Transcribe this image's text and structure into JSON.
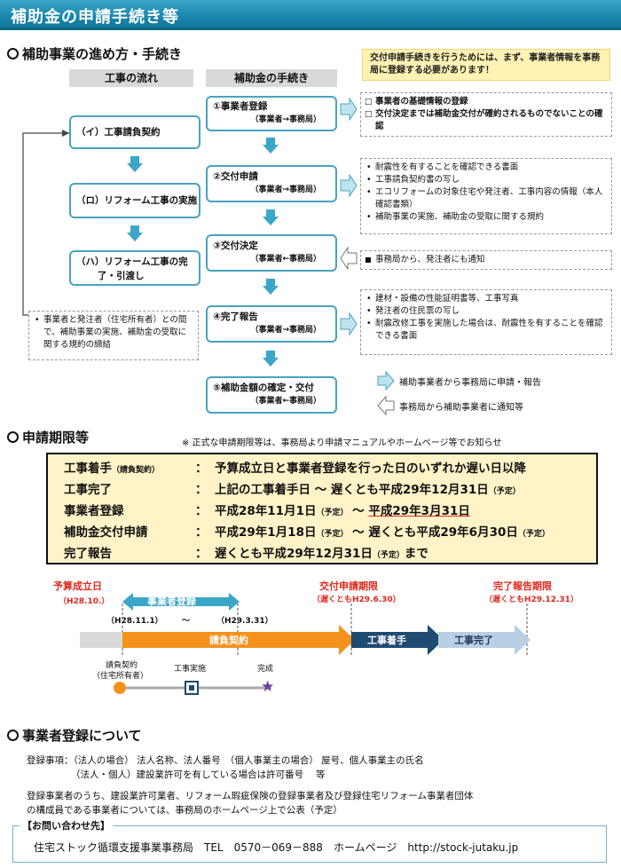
{
  "header": {
    "title": "補助金の申請手続き等"
  },
  "section1": {
    "title": "補助事業の進め方・手続き",
    "col_left": "工事の流れ",
    "col_right": "補助金の手続き",
    "top_note": "交付申請手続きを行うためには、まず、事業者情報を事務局に登録する必要があります！",
    "left_steps": [
      {
        "label": "（イ）工事請負契約"
      },
      {
        "label": "（ロ）リフォーム工事の実施"
      },
      {
        "label1": "（ハ）リフォーム工事の完",
        "label2": "了・引渡し"
      }
    ],
    "left_note": "事業者と発注者（住宅所有者）との間で、補助事業の実施、補助金の受取に関する規約の締結",
    "right_steps": [
      {
        "label": "①事業者登録",
        "sub": "（事業者→事務局）"
      },
      {
        "label": "②交付申請",
        "sub": "（事業者→事務局）"
      },
      {
        "label": "③交付決定",
        "sub": "（事業者←事務局）"
      },
      {
        "label": "④完了報告",
        "sub": "（事業者→事務局）"
      },
      {
        "label": "⑤補助金額の確定・交付",
        "sub": "（事業者←事務局）"
      }
    ],
    "notes": {
      "n1": [
        "事業者の基礎情報の登録",
        "交付決定までは補助金交付が確約されるものでないことの確認"
      ],
      "n2": [
        "耐震性を有することを確認できる書面",
        "工事請負契約書の写し",
        "エコリフォームの対象住宅や発注者、工事内容の情報（本人確認書類）",
        "補助事業の実施、補助金の受取に関する規約"
      ],
      "n3": "事務局から、発注者にも通知",
      "n4": [
        "建材・設備の性能証明書等、工事写真",
        "発注者の住民票の写し",
        "耐震改修工事を実施した場合は、耐震性を有することを確認できる書面"
      ]
    },
    "legend": {
      "right": "補助事業者から事務局に申請・報告",
      "left": "事務局から補助事業者に通知等"
    }
  },
  "section2": {
    "title": "申請期限等",
    "note": "※ 正式な申請期限等は、事務局より申請マニュアルやホームページ等でお知らせ",
    "rows": [
      {
        "key": "工事着手",
        "key_small": "（請負契約）",
        "value": "予算成立日と事業者登録を行った日のいずれか遅い日以降"
      },
      {
        "key": "工事完了",
        "value": "上記の工事着手日 ～ 遅くとも平成29年12月31日",
        "tail": "（予定）"
      },
      {
        "key": "事業者登録",
        "v1": "平成28年11月1日",
        "t1": "（予定）",
        "v2": " ～ ",
        "v3": "平成29年3月31日"
      },
      {
        "key": "補助金交付申請",
        "v1": "平成29年1月18日",
        "t1": "（予定）",
        "v2": " ～ 遅くとも平成29年6月30日",
        "t2": "（予定）"
      },
      {
        "key": "完了報告",
        "v1": "遅くとも平成29年12月31日",
        "t1": "（予定）",
        "v2": "まで"
      }
    ],
    "colon": "："
  },
  "timeline": {
    "budget": "予算成立日",
    "budget_date": "（H28.10.）",
    "register": "事業者登録",
    "reg_start": "（H28.11.1）",
    "tilde": "～",
    "reg_end": "（H29.3.31）",
    "apply": "交付申請期限",
    "apply_date": "（遅くともH29.6.30）",
    "report": "完了報告期限",
    "report_date": "（遅くともH29.12.31）",
    "bar1": "請負契約",
    "bar2": "工事着手",
    "bar3": "工事完了",
    "m1": "請負契約",
    "m1b": "（住宅所有者）",
    "m2": "工事実施",
    "m3": "完成"
  },
  "section3": {
    "title": "事業者登録について",
    "line1": "登録事項：（法人の場合） 法人名称、法人番号　（個人事業主の場合） 屋号、個人事業主の氏名",
    "line2": "（法人・個人）建設業許可を有している場合は許可番号　 等",
    "line3": "登録事業者のうち、建設業許可業者、リフォーム瑕疵保険の登録事業者及び登録住宅リフォーム事業者団体",
    "line4": "の構成員である事業者については、事務局のホームページ上で公表（予定）"
  },
  "footer": {
    "label": "【お問い合わせ先】",
    "text": "住宅ストック循環支援事業事務局　TEL　0570－069－888　ホームページ　http://stock-jutaku.jp"
  },
  "colors": {
    "accent": "#3aa6c8",
    "orange": "#f2921c",
    "navy": "#1f4a72",
    "red": "#e0291b",
    "yellow": "#fff3c7"
  }
}
